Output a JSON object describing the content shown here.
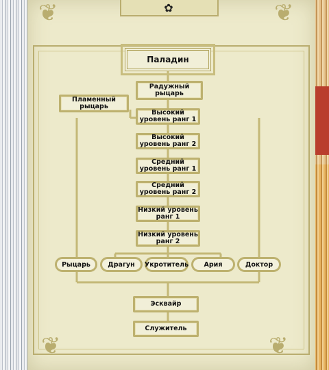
{
  "tree": {
    "top": "Паладин",
    "rainbow": "Радужный рыцарь",
    "flame": "Пламенный рыцарь",
    "ranks": [
      "Высокий уровень ранг 1",
      "Высокий уровень ранг 2",
      "Средний уровень ранг 1",
      "Средний уровень ранг 2",
      "Низкий уровень ранг 1",
      "Низкий уровень ранг 2"
    ],
    "classes": [
      "Рыцарь",
      "Драгун",
      "Укротитель",
      "Ария",
      "Доктор"
    ],
    "squire": "Эсквайр",
    "servant": "Служитель"
  },
  "icons": {
    "emblem": "crest-icon"
  },
  "colors": {
    "page": "#edeacb",
    "gold": "#bdb16f",
    "node_fill": "#f1efd8"
  }
}
